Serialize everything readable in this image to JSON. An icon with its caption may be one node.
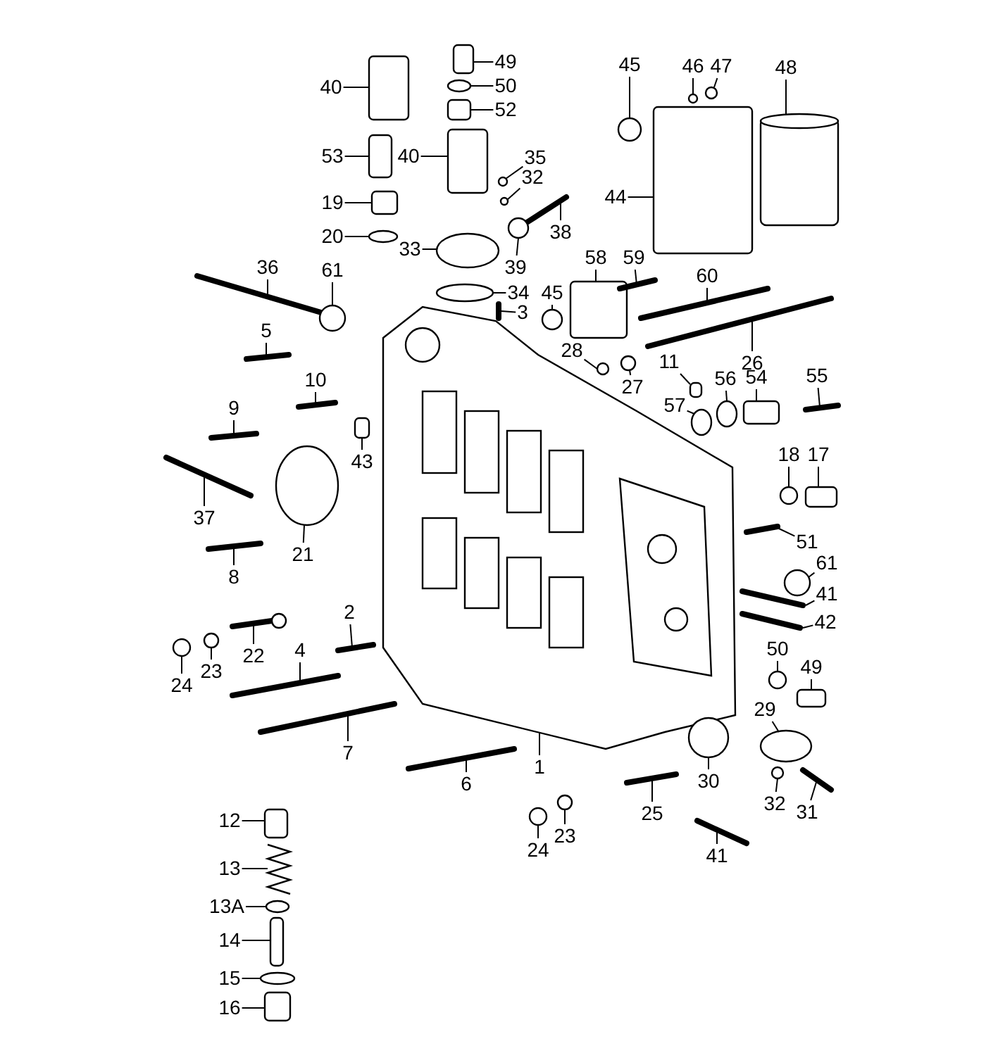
{
  "diagram": {
    "nodes": [
      {
        "text": [
          "40"
        ]
      },
      {
        "text": [
          "49"
        ]
      },
      {
        "text": [
          "50"
        ]
      },
      {
        "text": [
          "52"
        ]
      },
      {
        "text": [
          "53"
        ]
      },
      {
        "text": [
          "40"
        ]
      },
      {
        "text": [
          "35"
        ]
      },
      {
        "text": [
          "32"
        ]
      },
      {
        "text": [
          "38"
        ]
      },
      {
        "text": [
          "19"
        ]
      },
      {
        "text": [
          "20"
        ]
      },
      {
        "text": [
          "33"
        ]
      },
      {
        "text": [
          "39"
        ]
      },
      {
        "text": [
          "34"
        ]
      },
      {
        "text": [
          "3"
        ]
      },
      {
        "text": [
          "36"
        ]
      },
      {
        "text": [
          "61"
        ]
      },
      {
        "text": [
          "45"
        ]
      },
      {
        "text": [
          "46"
        ]
      },
      {
        "text": [
          "47"
        ]
      },
      {
        "text": [
          "48"
        ]
      },
      {
        "text": [
          "44"
        ]
      },
      {
        "text": [
          "58"
        ]
      },
      {
        "text": [
          "59"
        ]
      },
      {
        "text": [
          "45"
        ]
      },
      {
        "text": [
          "5"
        ]
      },
      {
        "text": [
          "60"
        ]
      },
      {
        "text": [
          "26"
        ]
      },
      {
        "text": [
          "28"
        ]
      },
      {
        "text": [
          "27"
        ]
      },
      {
        "text": [
          "11"
        ]
      },
      {
        "text": [
          "56"
        ]
      },
      {
        "text": [
          "54"
        ]
      },
      {
        "text": [
          "55"
        ]
      },
      {
        "text": [
          "57"
        ]
      },
      {
        "text": [
          "10"
        ]
      },
      {
        "text": [
          "9"
        ]
      },
      {
        "text": [
          "43"
        ]
      },
      {
        "text": [
          "37"
        ]
      },
      {
        "text": [
          "21"
        ]
      },
      {
        "text": [
          "8"
        ]
      },
      {
        "text": [
          "18"
        ]
      },
      {
        "text": [
          "17"
        ]
      },
      {
        "text": [
          "51"
        ]
      },
      {
        "text": [
          "61"
        ]
      },
      {
        "text": [
          "41"
        ]
      },
      {
        "text": [
          "42"
        ]
      },
      {
        "text": [
          "2"
        ]
      },
      {
        "text": [
          "22"
        ]
      },
      {
        "text": [
          "24"
        ]
      },
      {
        "text": [
          "23"
        ]
      },
      {
        "text": [
          "4"
        ]
      },
      {
        "text": [
          "50"
        ]
      },
      {
        "text": [
          "49"
        ]
      },
      {
        "text": [
          "29"
        ]
      },
      {
        "text": [
          "7"
        ]
      },
      {
        "text": [
          "1"
        ]
      },
      {
        "text": [
          "6"
        ]
      },
      {
        "text": [
          "30"
        ]
      },
      {
        "text": [
          "32"
        ]
      },
      {
        "text": [
          "31"
        ]
      },
      {
        "text": [
          "25"
        ]
      },
      {
        "text": [
          "24"
        ]
      },
      {
        "text": [
          "23"
        ]
      },
      {
        "text": [
          "41"
        ]
      },
      {
        "text": [
          "12"
        ]
      },
      {
        "text": [
          "13"
        ]
      },
      {
        "text": [
          "13A"
        ]
      },
      {
        "text": [
          "14"
        ]
      },
      {
        "text": [
          "15"
        ]
      },
      {
        "text": [
          "16"
        ]
      },
      {
        "text": [],
        "shape": "box"
      },
      {
        "text": [],
        "shape": "box"
      },
      {
        "text": [],
        "shape": "circle"
      },
      {
        "text": [],
        "shape": "box"
      },
      {
        "text": [],
        "shape": "box"
      },
      {
        "text": [],
        "shape": "box"
      },
      {
        "text": [],
        "shape": "circle"
      },
      {
        "text": [],
        "shape": "circle"
      },
      {
        "text": [],
        "shape": "bar"
      },
      {
        "text": [],
        "shape": "box"
      },
      {
        "text": [],
        "shape": "circle"
      },
      {
        "text": [],
        "shape": "circle"
      },
      {
        "text": [],
        "shape": "circle"
      },
      {
        "text": [],
        "shape": "circle"
      },
      {
        "text": [],
        "shape": "bar"
      },
      {
        "text": [],
        "shape": "bar"
      },
      {
        "text": [],
        "shape": "circle"
      },
      {
        "text": [],
        "shape": "circle"
      },
      {
        "text": [],
        "shape": "circle"
      },
      {
        "text": [],
        "shape": "circle"
      },
      {
        "text": [],
        "shape": "cylinder"
      },
      {
        "text": [],
        "shape": "box"
      },
      {
        "text": [],
        "shape": "box"
      },
      {
        "text": [],
        "shape": "bar"
      },
      {
        "text": [],
        "shape": "circle"
      },
      {
        "text": [],
        "shape": "bar"
      },
      {
        "text": [],
        "shape": "bar"
      },
      {
        "text": [],
        "shape": "bar"
      },
      {
        "text": [],
        "shape": "circle"
      },
      {
        "text": [],
        "shape": "circle"
      },
      {
        "text": [],
        "shape": "box"
      },
      {
        "text": [],
        "shape": "circle"
      },
      {
        "text": [],
        "shape": "box"
      },
      {
        "text": [],
        "shape": "bar"
      },
      {
        "text": [],
        "shape": "circle"
      },
      {
        "text": [],
        "shape": "bar"
      },
      {
        "text": [],
        "shape": "bar"
      },
      {
        "text": [],
        "shape": "box"
      },
      {
        "text": [],
        "shape": "bar"
      },
      {
        "text": [],
        "shape": "circle"
      },
      {
        "text": [],
        "shape": "bar"
      },
      {
        "text": [],
        "shape": "circle"
      },
      {
        "text": [],
        "shape": "box"
      },
      {
        "text": [],
        "shape": "bar"
      },
      {
        "text": [],
        "shape": "circle"
      },
      {
        "text": [],
        "shape": "bar"
      },
      {
        "text": [],
        "shape": "bar"
      },
      {
        "text": [],
        "shape": "bar"
      },
      {
        "text": [],
        "shape": "picture"
      },
      {
        "text": [],
        "shape": "circle"
      },
      {
        "text": [],
        "shape": "circle"
      },
      {
        "text": [],
        "shape": "bar"
      },
      {
        "text": [],
        "shape": "circle"
      },
      {
        "text": [],
        "shape": "box"
      },
      {
        "text": [],
        "shape": "circle"
      },
      {
        "text": [],
        "shape": "bar"
      },
      {
        "text": [],
        "shape": "picture"
      },
      {
        "text": [],
        "shape": "bar"
      },
      {
        "text": [],
        "shape": "circle"
      },
      {
        "text": [],
        "shape": "circle"
      },
      {
        "text": [],
        "shape": "bar"
      },
      {
        "text": [],
        "shape": "bar"
      },
      {
        "text": [],
        "shape": "circle"
      },
      {
        "text": [],
        "shape": "circle"
      },
      {
        "text": [],
        "shape": "bar"
      },
      {
        "text": [],
        "shape": "box"
      },
      {
        "text": [],
        "shape": "picture"
      },
      {
        "text": [],
        "shape": "circle"
      },
      {
        "text": [],
        "shape": "box"
      },
      {
        "text": [],
        "shape": "circle"
      },
      {
        "text": [],
        "shape": "box"
      }
    ],
    "edges": [
      {
        "from": 0,
        "to": 71,
        "arrow": "none"
      },
      {
        "from": 1,
        "to": 72,
        "arrow": "none"
      },
      {
        "from": 2,
        "to": 73,
        "arrow": "none"
      },
      {
        "from": 3,
        "to": 74,
        "arrow": "none"
      },
      {
        "from": 4,
        "to": 75,
        "arrow": "none"
      },
      {
        "from": 5,
        "to": 76,
        "arrow": "none"
      },
      {
        "from": 6,
        "to": 77,
        "arrow": "none"
      },
      {
        "from": 7,
        "to": 78,
        "arrow": "none"
      },
      {
        "from": 8,
        "to": 79,
        "arrow": "none"
      },
      {
        "from": 9,
        "to": 80,
        "arrow": "none"
      },
      {
        "from": 10,
        "to": 81,
        "arrow": "none"
      },
      {
        "from": 11,
        "to": 82,
        "arrow": "none"
      },
      {
        "from": 12,
        "to": 83,
        "arrow": "none"
      },
      {
        "from": 13,
        "to": 84,
        "arrow": "none"
      },
      {
        "from": 14,
        "to": 85,
        "arrow": "none"
      },
      {
        "from": 15,
        "to": 86,
        "arrow": "none"
      },
      {
        "from": 16,
        "to": 87,
        "arrow": "none"
      },
      {
        "from": 17,
        "to": 88,
        "arrow": "none"
      },
      {
        "from": 18,
        "to": 89,
        "arrow": "none"
      },
      {
        "from": 19,
        "to": 90,
        "arrow": "none"
      },
      {
        "from": 20,
        "to": 91,
        "arrow": "none"
      },
      {
        "from": 21,
        "to": 92,
        "arrow": "none"
      },
      {
        "from": 22,
        "to": 93,
        "arrow": "none"
      },
      {
        "from": 23,
        "to": 94,
        "arrow": "none"
      },
      {
        "from": 24,
        "to": 95,
        "arrow": "none"
      },
      {
        "from": 25,
        "to": 96,
        "arrow": "none"
      },
      {
        "from": 26,
        "to": 97,
        "arrow": "none"
      },
      {
        "from": 27,
        "to": 98,
        "arrow": "none"
      },
      {
        "from": 28,
        "to": 99,
        "arrow": "none"
      },
      {
        "from": 29,
        "to": 100,
        "arrow": "none"
      },
      {
        "from": 30,
        "to": 101,
        "arrow": "none"
      },
      {
        "from": 31,
        "to": 102,
        "arrow": "none"
      },
      {
        "from": 32,
        "to": 103,
        "arrow": "none"
      },
      {
        "from": 33,
        "to": 104,
        "arrow": "none"
      },
      {
        "from": 34,
        "to": 105,
        "arrow": "none"
      },
      {
        "from": 35,
        "to": 106,
        "arrow": "none"
      },
      {
        "from": 36,
        "to": 107,
        "arrow": "none"
      },
      {
        "from": 37,
        "to": 108,
        "arrow": "none"
      },
      {
        "from": 38,
        "to": 109,
        "arrow": "none"
      },
      {
        "from": 39,
        "to": 110,
        "arrow": "none"
      },
      {
        "from": 40,
        "to": 111,
        "arrow": "none"
      },
      {
        "from": 41,
        "to": 112,
        "arrow": "none"
      },
      {
        "from": 42,
        "to": 113,
        "arrow": "none"
      },
      {
        "from": 43,
        "to": 114,
        "arrow": "none"
      },
      {
        "from": 44,
        "to": 115,
        "arrow": "none"
      },
      {
        "from": 45,
        "to": 116,
        "arrow": "none"
      },
      {
        "from": 46,
        "to": 117,
        "arrow": "none"
      },
      {
        "from": 47,
        "to": 118,
        "arrow": "none"
      },
      {
        "from": 48,
        "to": 119,
        "arrow": "none"
      },
      {
        "from": 49,
        "to": 120,
        "arrow": "none"
      },
      {
        "from": 50,
        "to": 121,
        "arrow": "none"
      },
      {
        "from": 51,
        "to": 122,
        "arrow": "none"
      },
      {
        "from": 52,
        "to": 123,
        "arrow": "none"
      },
      {
        "from": 53,
        "to": 124,
        "arrow": "none"
      },
      {
        "from": 54,
        "to": 125,
        "arrow": "none"
      },
      {
        "from": 55,
        "to": 126,
        "arrow": "none"
      },
      {
        "from": 56,
        "to": 127,
        "arrow": "none"
      },
      {
        "from": 57,
        "to": 128,
        "arrow": "none"
      },
      {
        "from": 58,
        "to": 129,
        "arrow": "none"
      },
      {
        "from": 59,
        "to": 130,
        "arrow": "none"
      },
      {
        "from": 60,
        "to": 131,
        "arrow": "none"
      },
      {
        "from": 61,
        "to": 132,
        "arrow": "none"
      },
      {
        "from": 62,
        "to": 133,
        "arrow": "none"
      },
      {
        "from": 63,
        "to": 134,
        "arrow": "none"
      },
      {
        "from": 64,
        "to": 135,
        "arrow": "none"
      },
      {
        "from": 65,
        "to": 136,
        "arrow": "none"
      },
      {
        "from": 66,
        "to": 137,
        "arrow": "none"
      },
      {
        "from": 67,
        "to": 138,
        "arrow": "none"
      },
      {
        "from": 68,
        "to": 139,
        "arrow": "none"
      },
      {
        "from": 69,
        "to": 140,
        "arrow": "none"
      },
      {
        "from": 70,
        "to": 141,
        "arrow": "none"
      }
    ]
  }
}
